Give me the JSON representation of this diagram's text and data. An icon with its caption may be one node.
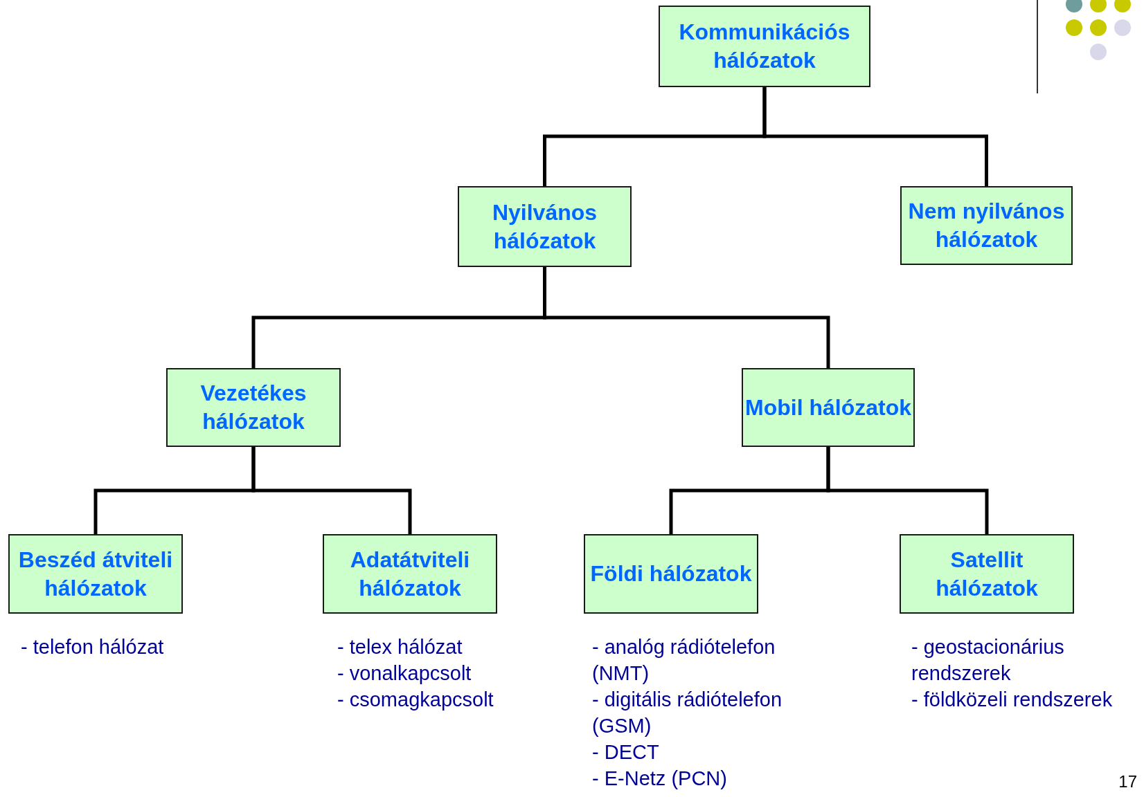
{
  "diagram": {
    "nodes": [
      {
        "text": [
          "Kommunikációs hálózatok"
        ]
      },
      {
        "text": [
          "Nyilvános hálózatok"
        ]
      },
      {
        "text": [
          "Nem nyilvános hálózatok"
        ]
      },
      {
        "text": [
          "Vezetékes hálózatok"
        ]
      },
      {
        "text": [
          "Mobil hálózatok"
        ]
      },
      {
        "text": [
          "Beszéd átviteli hálózatok"
        ],
        "beside": [
          "- telefon hálózat"
        ]
      },
      {
        "text": [
          "Adatátviteli hálózatok"
        ],
        "beside": [
          "- telex hálózat",
          "- vonalkapcsolt",
          "- csomagkapcsolt"
        ]
      },
      {
        "text": [
          "Földi hálózatok"
        ],
        "beside": [
          "- analóg rádiótelefon (NMT)",
          "- digitális rádiótelefon (GSM)",
          "- DECT",
          "- E-Netz (PCN)"
        ]
      },
      {
        "text": [
          "Satellit hálózatok"
        ],
        "beside": [
          "- geostacionárius rendszerek",
          "- földközeli rendszerek"
        ]
      }
    ],
    "edges": [
      {
        "from": 0,
        "to": 1,
        "arrow": "none"
      },
      {
        "from": 0,
        "to": 2,
        "arrow": "none"
      },
      {
        "from": 1,
        "to": 3,
        "arrow": "none"
      },
      {
        "from": 1,
        "to": 4,
        "arrow": "none"
      },
      {
        "from": 3,
        "to": 5,
        "arrow": "none"
      },
      {
        "from": 3,
        "to": 6,
        "arrow": "none"
      },
      {
        "from": 4,
        "to": 7,
        "arrow": "none"
      },
      {
        "from": 4,
        "to": 8,
        "arrow": "none"
      }
    ],
    "labels": [
      "17"
    ]
  }
}
